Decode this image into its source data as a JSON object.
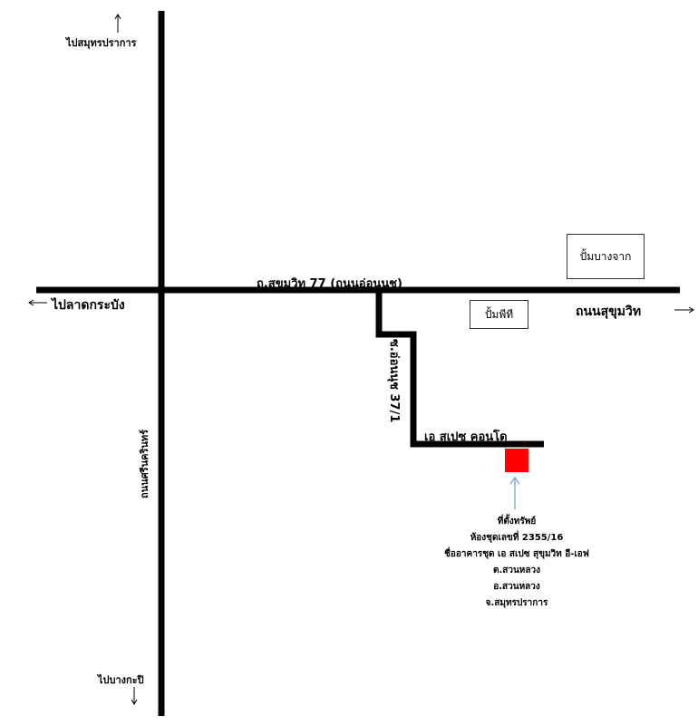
{
  "labels": {
    "to_samut_prakan": "ไปสมุทรปราการ",
    "to_lat_krabang": "ไปลาดกระบัง",
    "to_bang_kapi": "ไปบางกะปิ",
    "srinakarin_road": "ถนนศรีนครินทร์",
    "sukhumvit77_road": "ถ.สุขุมวิท 77 (ถนนอ่อนนุช)",
    "sukhumvit_road": "ถนนสุขุมวิท",
    "soi_onnut": "ซ.อ่อนนุช 37/1",
    "condo": "เอ สเปซ คอนโด",
    "pump_bangchak": "ปั้มบางจาก",
    "pump_ptt": "ปั้มพีที"
  },
  "location": {
    "heading": "ที่ตั้งทรัพย์",
    "room": "ห้องชุดเลขที่ 2355/16",
    "building": "ชื่ออาคารชุด เอ สเปซ สุขุมวิท อี-เอฟ",
    "subdistrict": "ต.สวนหลวง",
    "district": "อ.สวนหลวง",
    "province": "จ.สมุทรปราการ"
  },
  "colors": {
    "road": "#000000",
    "property_marker": "#ff0000",
    "pointer_arrow": "#7a9cc6"
  },
  "icons": {
    "up_arrow": "arrow-up-icon",
    "down_arrow": "arrow-down-icon",
    "left_arrow": "arrow-left-icon",
    "right_arrow": "arrow-right-icon"
  }
}
